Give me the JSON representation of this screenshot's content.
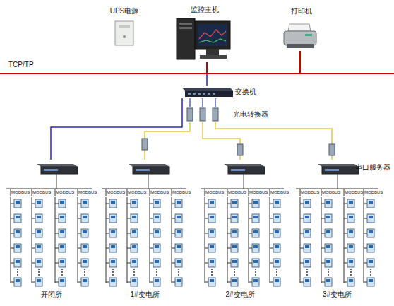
{
  "diagram": {
    "nodes": [
      {
        "text": [
          "UPS电源"
        ]
      },
      {
        "text": [
          "监控主机"
        ]
      },
      {
        "text": [
          "打印机"
        ]
      },
      {
        "text": [
          "TCP/TP"
        ]
      },
      {
        "text": [
          "交换机"
        ]
      },
      {
        "text": [
          "光电转换器"
        ]
      },
      {
        "text": [
          "开闭所"
        ]
      },
      {
        "text": [
          "1#变电所"
        ]
      },
      {
        "text": [
          "2#变电所"
        ]
      },
      {
        "text": [
          "3#变电所"
        ]
      }
    ],
    "edges": [
      {
        "from": 1,
        "to": 3,
        "arrow": "none"
      },
      {
        "from": 2,
        "to": 3,
        "arrow": "none"
      },
      {
        "from": 3,
        "to": 4,
        "arrow": "none"
      },
      {
        "from": 4,
        "to": 5,
        "arrow": "none"
      },
      {
        "from": 4,
        "to": 6,
        "arrow": "none"
      },
      {
        "from": 5,
        "to": 7,
        "arrow": "none"
      },
      {
        "from": 5,
        "to": 8,
        "arrow": "none"
      },
      {
        "from": 5,
        "to": 9,
        "arrow": "none"
      }
    ],
    "labels": [
      "串口服务器",
      "MODBUS",
      "MODBUS",
      "MODBUS",
      "MODBUS",
      "MODBUS",
      "MODBUS",
      "MODBUS",
      "MODBUS",
      "MODBUS",
      "MODBUS",
      "MODBUS",
      "MODBUS",
      "MODBUS",
      "MODBUS",
      "MODBUS",
      "MODBUS"
    ]
  }
}
